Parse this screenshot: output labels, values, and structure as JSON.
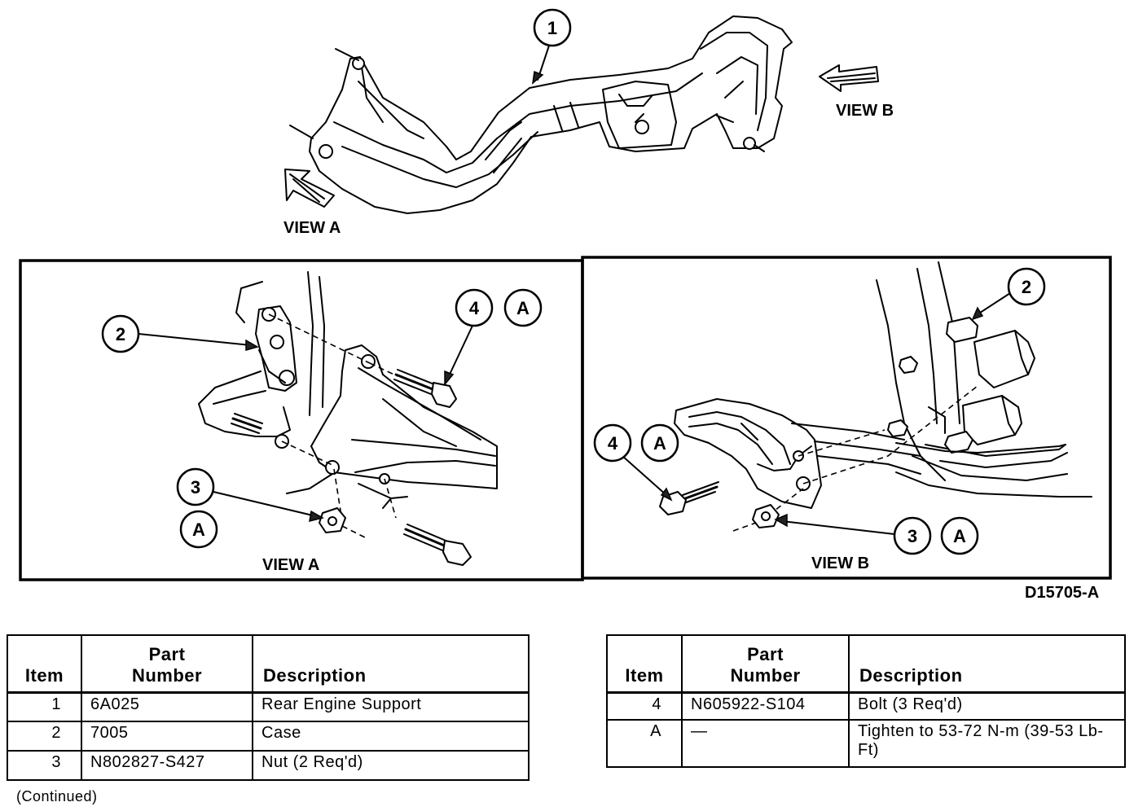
{
  "labels": {
    "view_a": "VIEW A",
    "view_b": "VIEW B",
    "code": "D15705-A",
    "callouts": {
      "c1": "1",
      "c2": "2",
      "c3": "3",
      "c4": "4",
      "a": "A"
    }
  },
  "table_left": {
    "headers": {
      "item": "Item",
      "part_line1": "Part",
      "part_line2": "Number",
      "description": "Description"
    },
    "rows": [
      {
        "item": "1",
        "part": "6A025",
        "description": "Rear Engine Support"
      },
      {
        "item": "2",
        "part": "7005",
        "description": "Case"
      },
      {
        "item": "3",
        "part": "N802827-S427",
        "description": "Nut (2 Req'd)"
      }
    ]
  },
  "table_right": {
    "headers": {
      "item": "Item",
      "part_line1": "Part",
      "part_line2": "Number",
      "description": "Description"
    },
    "rows": [
      {
        "item": "4",
        "part": "N605922-S104",
        "description": "Bolt (3 Req'd)"
      },
      {
        "item": "A",
        "part": "—",
        "description": "Tighten to 53-72 N-m (39-53 Lb-Ft)"
      }
    ]
  },
  "continued": "(Continued)"
}
